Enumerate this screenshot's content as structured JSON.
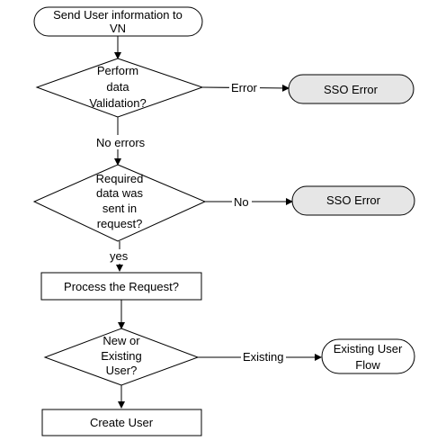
{
  "diagram": {
    "colors": {
      "stroke": "#000000",
      "fill": "#ffffff",
      "error_fill": "#e6e6e6"
    },
    "nodes": {
      "start": {
        "line1": "Send User information to",
        "line2": "VN"
      },
      "validate": {
        "line1": "Perform",
        "line2": "data",
        "line3": "Validation?"
      },
      "sso_error_1": {
        "label": "SSO Error"
      },
      "required": {
        "line1": "Required",
        "line2": "data was",
        "line3": "sent in",
        "line4": "request?"
      },
      "sso_error_2": {
        "label": "SSO Error"
      },
      "process": {
        "label": "Process the Request?"
      },
      "new_existing": {
        "line1": "New or",
        "line2": "Existing",
        "line3": "User?"
      },
      "existing_flow": {
        "line1": "Existing User",
        "line2": "Flow"
      },
      "create": {
        "label": "Create User"
      }
    },
    "edges": {
      "error_label": "Error",
      "no_errors_label": "No errors",
      "no_label": "No",
      "yes_label": "yes",
      "existing_label": "Existing"
    }
  }
}
